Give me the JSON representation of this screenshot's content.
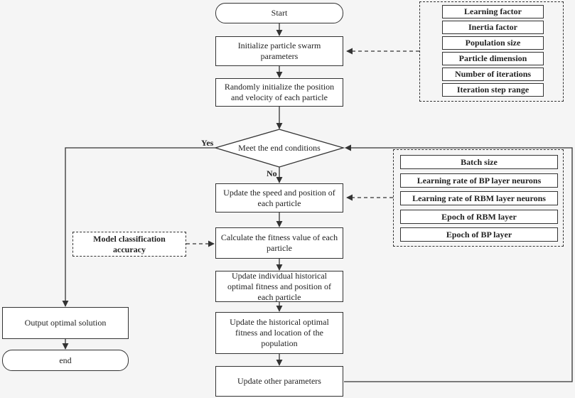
{
  "flow": {
    "start": "Start",
    "init_params": "Initialize particle swarm parameters",
    "random_init": "Randomly initialize the position and velocity of each particle",
    "decision": "Meet the end conditions",
    "yes": "Yes",
    "no": "No",
    "update_speed": "Update the speed and position of each particle",
    "fitness": "Calculate the fitness value of each particle",
    "update_individual": "Update individual historical optimal fitness and position of each particle",
    "update_population": "Update the historical optimal fitness and location of the population",
    "update_other": "Update other parameters",
    "output": "Output optimal solution",
    "end": "end",
    "model_accuracy": "Model classification accuracy"
  },
  "pso_params": [
    "Learning factor",
    "Inertia factor",
    "Population size",
    "Particle dimension",
    "Number of iterations",
    "Iteration step range"
  ],
  "model_params": [
    "Batch size",
    "Learning rate of BP layer neurons",
    "Learning rate of RBM layer neurons",
    "Epoch of RBM layer",
    "Epoch of BP layer"
  ]
}
